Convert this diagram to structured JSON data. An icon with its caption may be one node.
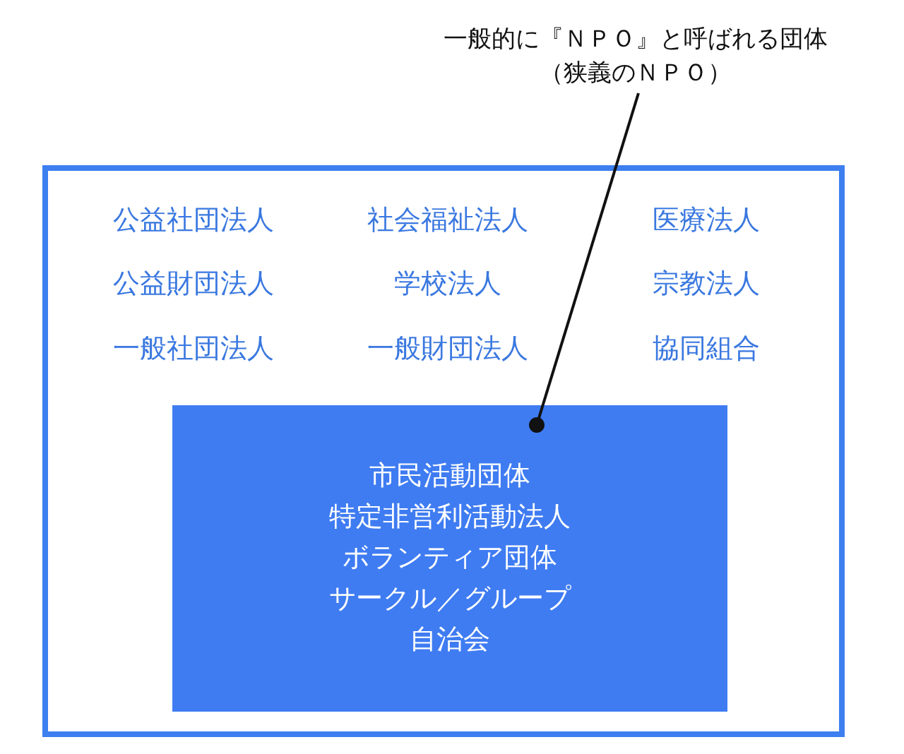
{
  "diagram": {
    "nodes": [
      {
        "text": [],
        "shape": "box"
      },
      {
        "text": [
          "市民活動団体",
          "特定非営利活動法人",
          "ボランティア団体",
          "サークル／グループ",
          "自治会"
        ],
        "in": 0
      },
      {
        "text": [
          "一般的に『ＮＰＯ』と呼ばれる団体（狭義のＮＰＯ）"
        ]
      }
    ],
    "edges": [
      {
        "from": 2,
        "to": 1,
        "arrow": "other"
      }
    ],
    "labels": [
      "公益社団法人",
      "社会福祉法人",
      "医療法人",
      "公益財団法人",
      "学校法人",
      "宗教法人",
      "一般社団法人",
      "一般財団法人",
      "協同組合"
    ]
  }
}
